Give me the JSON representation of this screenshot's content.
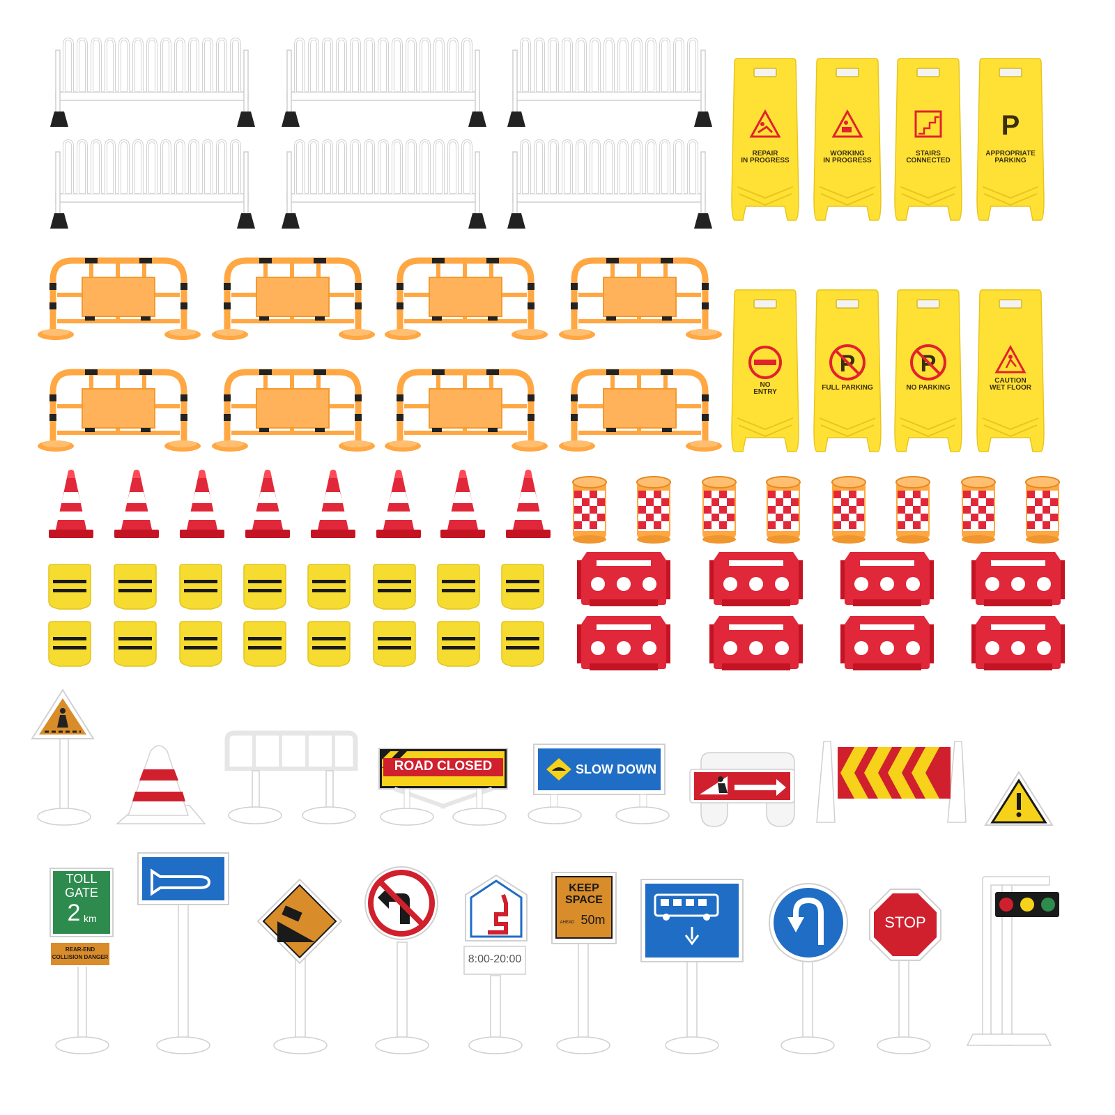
{
  "colors": {
    "background": "#ffffff",
    "sign_yellow": "#ffe135",
    "barrier_orange": "#ffa742",
    "cone_red": "#d0202e",
    "water_barrier_red": "#e0283a",
    "block_yellow": "#f6dc30",
    "sign_blue": "#1f6dc4",
    "sign_green": "#2e8b4e",
    "sign_brown_orange": "#d98c2a"
  },
  "warning_signs": [
    {
      "line1": "REPAIR",
      "line2": "IN PROGRESS",
      "icon": "repair-icon"
    },
    {
      "line1": "WORKING",
      "line2": "IN PROGRESS",
      "icon": "working-icon"
    },
    {
      "line1": "STAIRS",
      "line2": "CONNECTED",
      "icon": "stairs-icon"
    },
    {
      "line1": "APPROPRIATE",
      "line2": "PARKING",
      "icon": "parking-letter-icon",
      "letter": "P"
    },
    {
      "line1": "NO",
      "line2": "ENTRY",
      "icon": "no-entry-icon"
    },
    {
      "line1": "FULL PARKING",
      "line2": "",
      "icon": "no-parking-icon",
      "letter": "P"
    },
    {
      "line1": "NO PARKING",
      "line2": "",
      "icon": "no-parking-icon",
      "letter": "P"
    },
    {
      "line1": "CAUTION",
      "line2": "WET FLOOR",
      "icon": "wet-floor-icon"
    }
  ],
  "road_signs": {
    "road_closed": "ROAD CLOSED",
    "slow_down": "SLOW DOWN",
    "toll_gate_line1": "TOLL",
    "toll_gate_line2": "GATE",
    "toll_gate_distance": "2",
    "toll_gate_unit": "km",
    "rear_end_line1": "REAR-END",
    "rear_end_line2": "COLLISION DANGER",
    "time_range": "8:00-20:00",
    "keep_space_line1": "KEEP",
    "keep_space_line2": "SPACE",
    "keep_space_ahead": "AHEAD",
    "keep_space_distance": "50m",
    "stop": "STOP"
  }
}
